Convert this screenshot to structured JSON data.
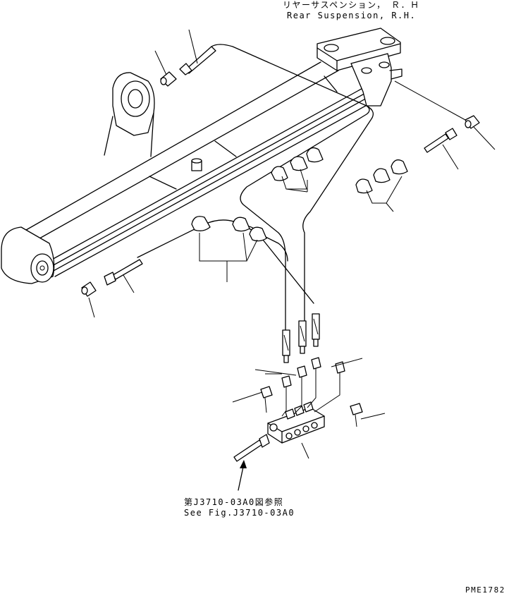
{
  "title_jp": "リヤーサスペンション，　Ｒ．Ｈ",
  "title_en": "Rear Suspension, R.H.",
  "reference_jp": "第J3710-03A0図参照",
  "reference_en": "See Fig.J3710-03A0",
  "drawing_code": "PME1782"
}
